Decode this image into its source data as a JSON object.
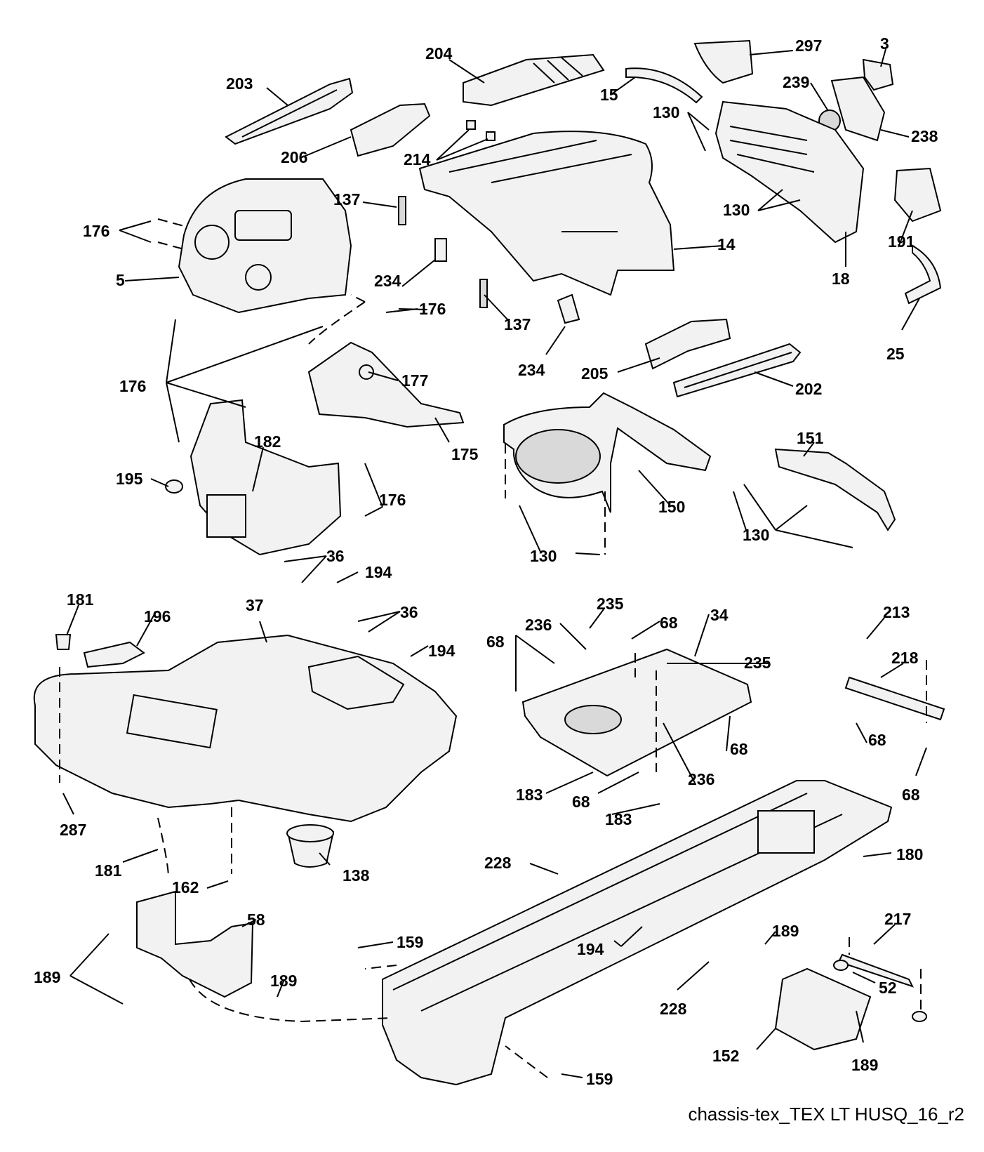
{
  "caption": "chassis-tex_TEX LT HUSQ_16_r2",
  "labels": [
    "297",
    "3",
    "204",
    "15",
    "239",
    "203",
    "130",
    "238",
    "206",
    "214",
    "130",
    "137",
    "176",
    "5",
    "191",
    "14",
    "18",
    "234",
    "176",
    "137",
    "25",
    "234",
    "205",
    "202",
    "176",
    "177",
    "175",
    "182",
    "195",
    "176",
    "151",
    "150",
    "130",
    "130",
    "36",
    "194",
    "181",
    "37",
    "196",
    "36",
    "235",
    "68",
    "34",
    "236",
    "213",
    "194",
    "68",
    "235",
    "218",
    "68",
    "68",
    "236",
    "183",
    "68",
    "183",
    "287",
    "68",
    "181",
    "138",
    "162",
    "180",
    "228",
    "58",
    "194",
    "217",
    "189",
    "159",
    "189",
    "52",
    "189",
    "228",
    "152",
    "189",
    "159"
  ]
}
